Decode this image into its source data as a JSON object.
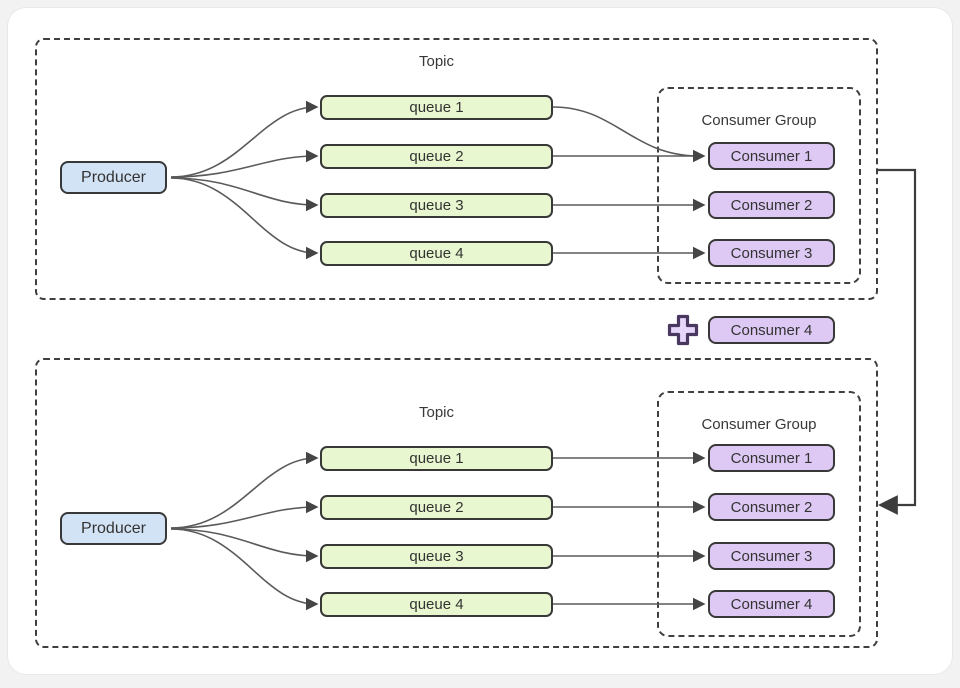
{
  "colors": {
    "page_background": "#f2f2f3",
    "card_background": "#ffffff",
    "border": "#3f3f3f",
    "producer_fill": "#d3e3f6",
    "queue_fill": "#e8f7cf",
    "consumer_fill": "#ddc9f4",
    "arrow": "#565656",
    "plus_fill": "#e6d6f9",
    "plus_stroke": "#4a3860"
  },
  "top_section": {
    "topic_label": "Topic",
    "producer_label": "Producer",
    "queues": [
      "queue 1",
      "queue 2",
      "queue 3",
      "queue 4"
    ],
    "consumer_group": {
      "label": "Consumer Group",
      "consumers": [
        "Consumer 1",
        "Consumer 2",
        "Consumer 3"
      ]
    }
  },
  "rebalance": {
    "plus_icon": "plus-icon",
    "new_consumer_label": "Consumer 4"
  },
  "bottom_section": {
    "topic_label": "Topic",
    "producer_label": "Producer",
    "queues": [
      "queue 1",
      "queue 2",
      "queue 3",
      "queue 4"
    ],
    "consumer_group": {
      "label": "Consumer Group",
      "consumers": [
        "Consumer 1",
        "Consumer 2",
        "Consumer 3",
        "Consumer 4"
      ]
    }
  }
}
